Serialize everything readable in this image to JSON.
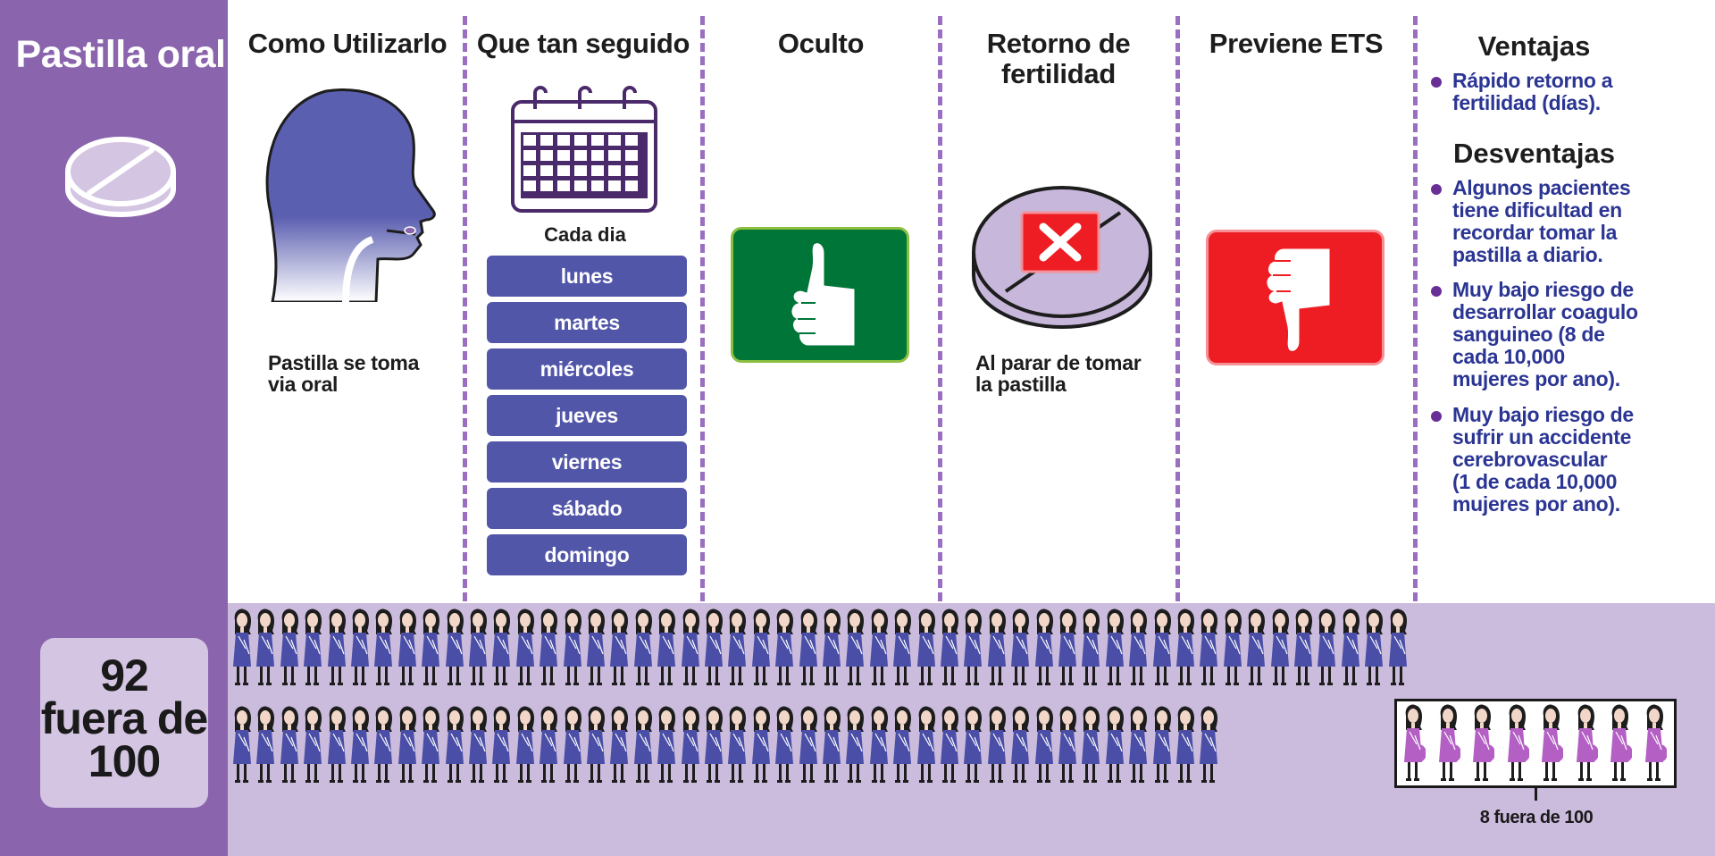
{
  "sidebar": {
    "method_title": "Pastilla oral",
    "effectiveness": {
      "line1": "92",
      "line2": "fuera de",
      "line3": "100"
    }
  },
  "columns": {
    "usage": {
      "heading": "Como Utilizarlo",
      "caption_line1": "Pastilla se toma",
      "caption_line2": "via oral"
    },
    "frequency": {
      "heading": "Que tan seguido",
      "caption": "Cada dia",
      "days": [
        "lunes",
        "martes",
        "miércoles",
        "jueves",
        "viernes",
        "sábado",
        "domingo"
      ]
    },
    "concealed": {
      "heading": "Oculto",
      "verdict_icon": "thumbs-up-icon"
    },
    "fertility": {
      "heading_line1": "Retorno de",
      "heading_line2": "fertilidad",
      "caption_line1": "Al parar de tomar",
      "caption_line2": "la pastilla"
    },
    "sti": {
      "heading": "Previene ETS",
      "verdict_icon": "thumbs-down-icon"
    },
    "pros_cons": {
      "pros_heading": "Ventajas",
      "pros": [
        [
          "Rápido retorno a",
          "fertilidad (días)."
        ]
      ],
      "cons_heading": "Desventajas",
      "cons": [
        [
          "Algunos pacientes",
          "tiene dificultad en",
          "recordar tomar la",
          "pastilla a diario."
        ],
        [
          "Muy bajo riesgo de",
          "desarrollar coagulo",
          "sanguineo (8 de",
          "cada 10,000",
          "mujeres por ano)."
        ],
        [
          "Muy bajo riesgo de",
          "sufrir un accidente",
          "cerebrovascular",
          "(1 de cada 10,000",
          "mujeres por ano)."
        ]
      ]
    }
  },
  "pictogram": {
    "total": 100,
    "not_pregnant": 92,
    "pregnant": 8,
    "pregnancy_caption": "8 fuera de 100"
  },
  "colors": {
    "sidebar": "#8a64ad",
    "band": "#cbbbdd",
    "day_button": "#5256a8",
    "woman_dress": "#4a4ea6",
    "pregnant_dress": "#b35fc4",
    "thumbs_up_bg": "#007538",
    "thumbs_down_bg": "#ee1d23"
  }
}
